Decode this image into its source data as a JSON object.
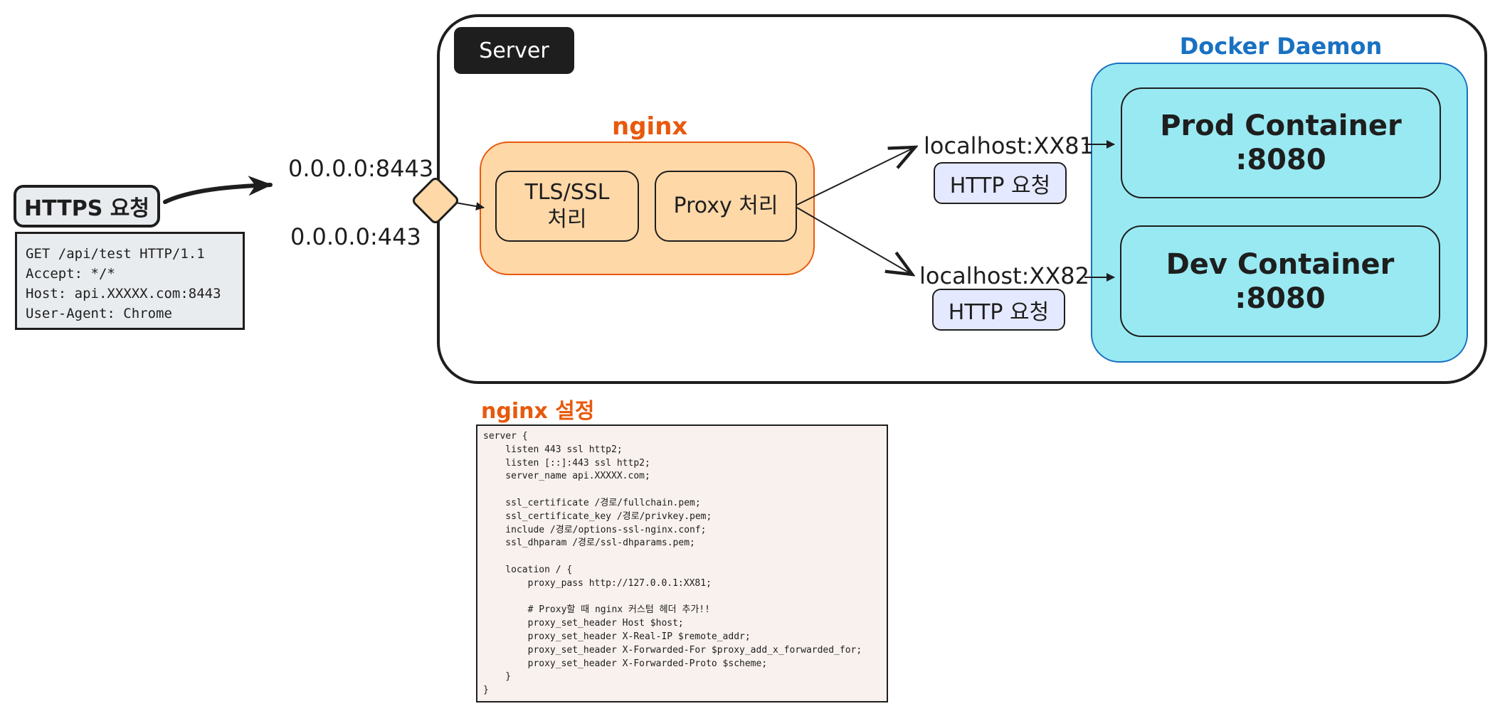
{
  "server": {
    "label": "Server"
  },
  "docker": {
    "title": "Docker Daemon",
    "prod": {
      "line1": "Prod Container",
      "line2": ":8080"
    },
    "dev": {
      "line1": "Dev Container",
      "line2": ":8080"
    }
  },
  "nginx": {
    "title": "nginx",
    "tls": {
      "line1": "TLS/SSL",
      "line2": "처리"
    },
    "proxy": "Proxy 처리"
  },
  "ports": {
    "external": "0.0.0.0:8443",
    "internal": "0.0.0.0:443"
  },
  "upstreams": {
    "prod_host": "localhost:XX81",
    "dev_host": "localhost:XX82",
    "http_label": "HTTP 요청"
  },
  "client": {
    "request_label": "HTTPS 요청",
    "request_lines": [
      "GET /api/test HTTP/1.1",
      "Accept: */*",
      "Host: api.XXXXX.com:8443",
      "User-Agent: Chrome"
    ]
  },
  "config": {
    "title": "nginx 설정",
    "lines": [
      "server {",
      "    listen 443 ssl http2;",
      "    listen [::]:443 ssl http2;",
      "    server_name api.XXXXX.com;",
      "",
      "    ssl_certificate /경로/fullchain.pem;",
      "    ssl_certificate_key /경로/privkey.pem;",
      "    include /경로/options-ssl-nginx.conf;",
      "    ssl_dhparam /경로/ssl-dhparams.pem;",
      "",
      "    location / {",
      "        proxy_pass http://127.0.0.1:XX81;",
      "",
      "        # Proxy할 때 nginx 커스텀 헤더 추가!!",
      "        proxy_set_header Host $host;",
      "        proxy_set_header X-Real-IP $remote_addr;",
      "        proxy_set_header X-Forwarded-For $proxy_add_x_forwarded_for;",
      "        proxy_set_header X-Forwarded-Proto $scheme;",
      "    }",
      "}"
    ]
  }
}
